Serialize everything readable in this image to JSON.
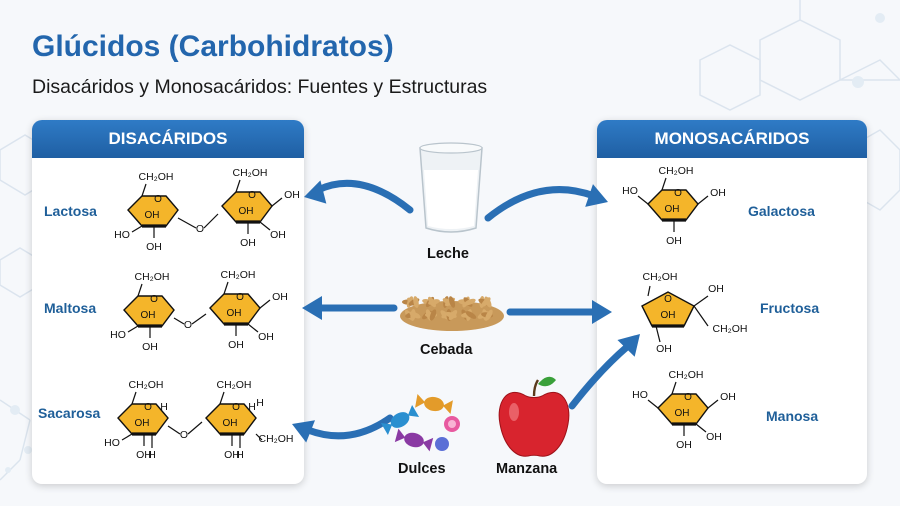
{
  "title": "Glúcidos (Carbohidratos)",
  "subtitle": "Disacáridos y Monosacáridos: Fuentes y Estructuras",
  "colors": {
    "title": "#2366ad",
    "header": "#2a6fb8",
    "ring": "#f4b52a",
    "arrow": "#2a6fb4",
    "label": "#1f5f99"
  },
  "panels": {
    "left": {
      "header": "DISACÁRIDOS",
      "items": [
        "Lactosa",
        "Maltosa",
        "Sacarosa"
      ]
    },
    "right": {
      "header": "MONOSACÁRIDOS",
      "items": [
        "Galactosa",
        "Fructosa",
        "Manosa"
      ]
    }
  },
  "sources": {
    "milk": "Leche",
    "barley": "Cebada",
    "candy": "Dulces",
    "apple": "Manzana"
  },
  "chem": {
    "ch2oh": "CH₂OH",
    "oh": "OH",
    "ho": "HO",
    "h": "H",
    "o": "O"
  }
}
